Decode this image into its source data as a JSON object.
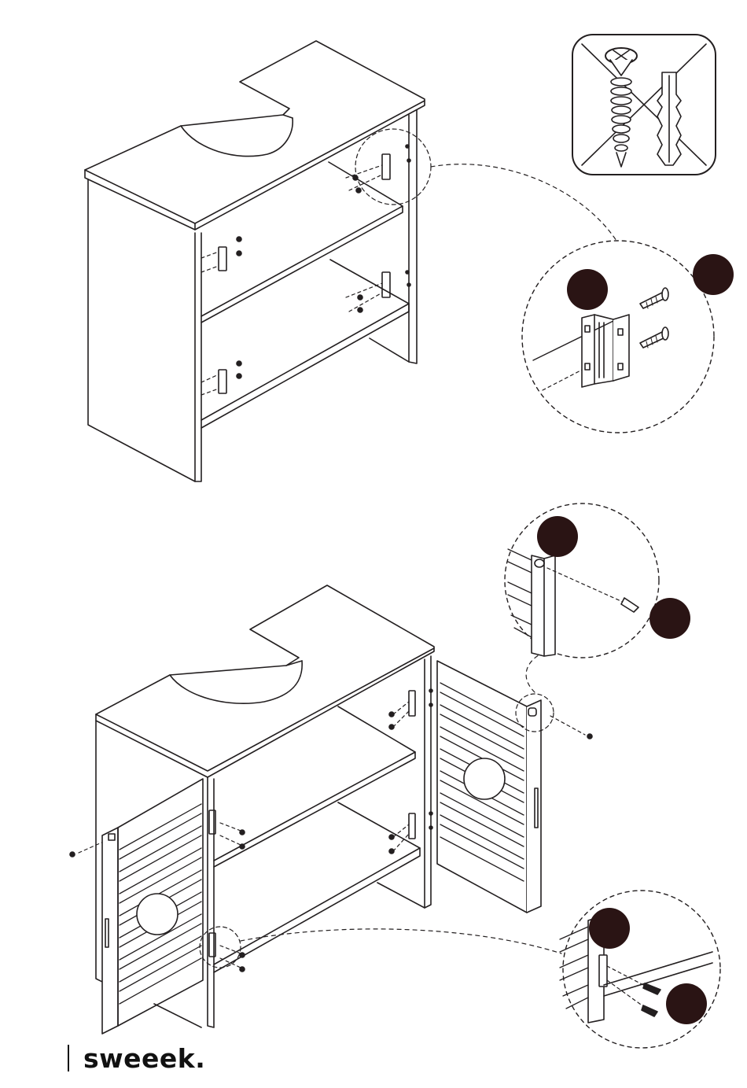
{
  "brand": {
    "name": "sweeek."
  },
  "colors": {
    "ink": "#231f20",
    "paper": "#ffffff",
    "badge": "#2a1414"
  },
  "warning_icon": {
    "icon": "no-power-drill-screw-and-plug-icon"
  },
  "step_badges": [
    "badge-top-1",
    "badge-top-2",
    "badge-mid-1",
    "badge-mid-2",
    "badge-bottom-1",
    "badge-bottom-2"
  ]
}
